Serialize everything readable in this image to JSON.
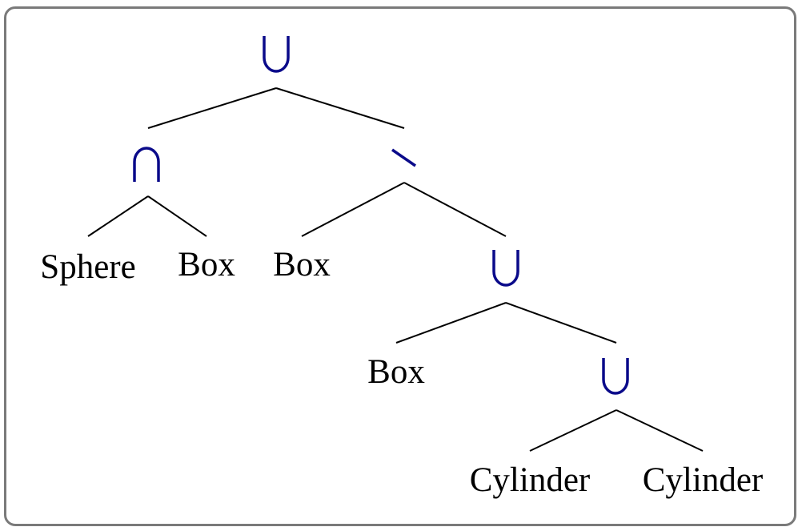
{
  "tree": {
    "operators": {
      "root": "union",
      "left": "intersection",
      "right": "difference",
      "right_child": "union",
      "deepest": "union"
    },
    "leaves": {
      "sphere": "Sphere",
      "box_a": "Box",
      "box_b": "Box",
      "box_c": "Box",
      "cylinder_a": "Cylinder",
      "cylinder_b": "Cylinder"
    }
  },
  "colors": {
    "operator": "#0a0a8a",
    "edge": "#000000",
    "border": "#7a7a7a"
  }
}
